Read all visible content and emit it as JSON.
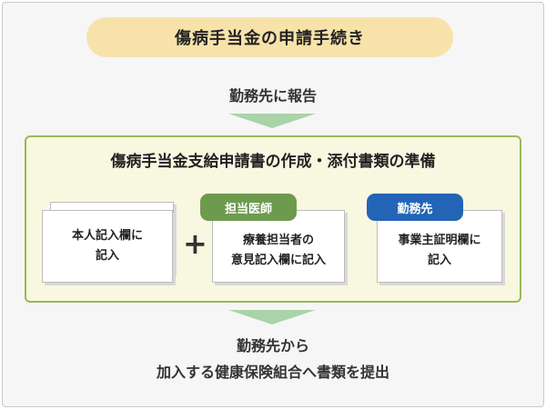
{
  "title": "傷病手当金の申請手続き",
  "step1": "勤務先に報告",
  "panel": {
    "title": "傷病手当金支給申請書の作成・添付書類の準備",
    "cards": [
      {
        "lines": [
          "本人記入欄に",
          "記入"
        ]
      },
      {
        "tag": "担当医師",
        "tag_color": "#6e9a4e",
        "lines": [
          "療養担当者の",
          "意見記入欄に記入"
        ]
      },
      {
        "tag": "勤務先",
        "tag_color": "#2464b6",
        "lines": [
          "事業主証明欄に",
          "記入"
        ]
      }
    ],
    "plus": "+"
  },
  "step3": {
    "lines": [
      "勤務先から",
      "加入する健康保険組合へ書類を提出"
    ]
  },
  "colors": {
    "title_bg": "#f7e2aa",
    "panel_border": "#98b95a",
    "panel_bg": "#f8f7e0",
    "arrow": "#a9d3a8"
  }
}
